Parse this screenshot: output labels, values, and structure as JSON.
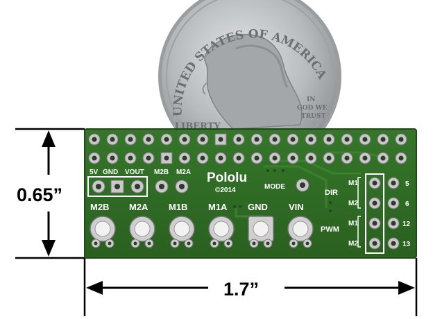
{
  "dimensions": {
    "height_label": "0.65”",
    "width_label": "1.7”"
  },
  "coin": {
    "top_text": "UNITED STATES OF AMERICA",
    "motto_line1": "IN",
    "motto_line2": "GOD WE",
    "motto_line3": "TRUST",
    "liberty": "LIBERTY"
  },
  "board": {
    "brand": "Pololu",
    "copyright": "©2014",
    "mode_label": "MODE",
    "small_pin_labels": [
      "5V",
      "GND",
      "VOUT",
      "M2B",
      "M2A"
    ],
    "terminal_labels": [
      "M2B",
      "M2A",
      "M1B",
      "M1A",
      "GND",
      "VIN"
    ],
    "dir_label": "DIR",
    "pwm_label": "PWM",
    "right_m_labels": [
      "M1",
      "M2",
      "M1",
      "M2"
    ],
    "pin_numbers": [
      "5",
      "6",
      "12",
      "13"
    ]
  },
  "colors": {
    "pcb": "#2f6b25",
    "pcb_edge": "#24561c",
    "silkscreen": "#ffffff",
    "coin": "#b9bcc0"
  }
}
